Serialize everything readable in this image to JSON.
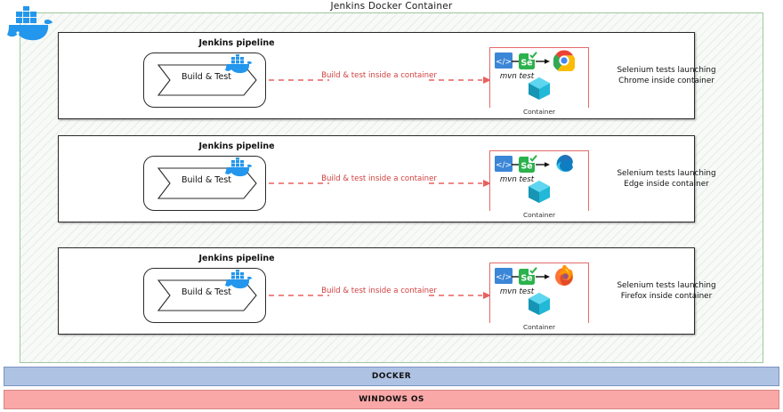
{
  "diagram": {
    "title": "Jenkins Docker Container",
    "outer_border_color": "#9ec79e",
    "connector_color": "#d1403f",
    "container_border_color": "#e36a6a"
  },
  "pipelines": [
    {
      "pipeline_label": "Jenkins pipeline",
      "stage_label": "Build & Test",
      "connector_label": "Build & test inside a container",
      "container_caption": "Container",
      "mvn_label": "mvn test",
      "browser": "chrome",
      "browser_icon": "chrome-icon",
      "description_line1": "Selenium tests launching",
      "description_line2": "Chrome inside container"
    },
    {
      "pipeline_label": "Jenkins pipeline",
      "stage_label": "Build & Test",
      "connector_label": "Build & test inside a container",
      "container_caption": "Container",
      "mvn_label": "mvn test",
      "browser": "edge",
      "browser_icon": "edge-icon",
      "description_line1": "Selenium tests launching",
      "description_line2": "Edge inside container"
    },
    {
      "pipeline_label": "Jenkins pipeline",
      "stage_label": "Build & Test",
      "connector_label": "Build & test inside a container",
      "container_caption": "Container",
      "mvn_label": "mvn test",
      "browser": "firefox",
      "browser_icon": "firefox-icon",
      "description_line1": "Selenium tests launching",
      "description_line2": "Firefox inside container"
    }
  ],
  "stack": [
    {
      "label": "DOCKER",
      "color": "#aec3e4"
    },
    {
      "label": "WINDOWS OS",
      "color": "#f9a7a7"
    }
  ],
  "icons": {
    "docker_whale": "docker-whale-icon",
    "code": "code-icon",
    "selenium": "selenium-icon",
    "cube": "container-cube-icon"
  }
}
